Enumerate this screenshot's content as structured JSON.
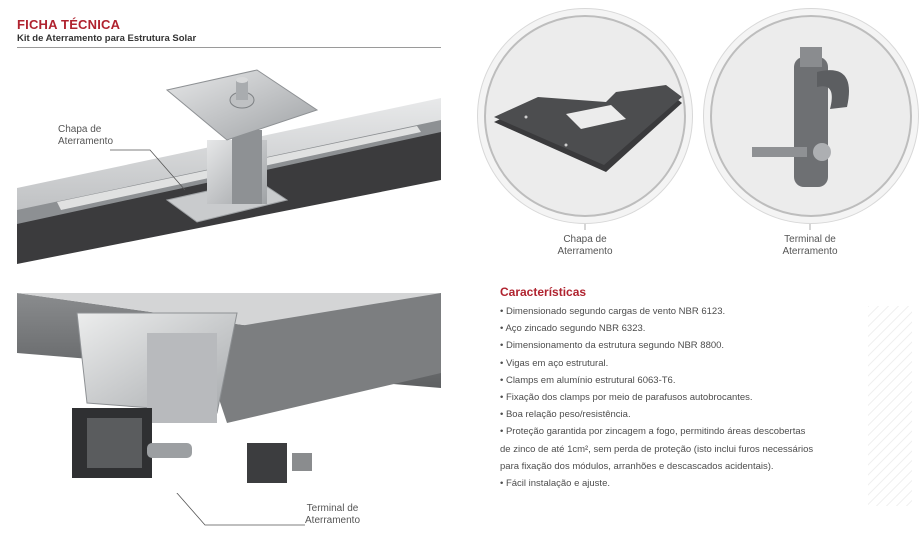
{
  "header": {
    "title": "FICHA TÉCNICA",
    "subtitle": "Kit de Aterramento para Estrutura Solar"
  },
  "callouts": {
    "top_photo_line1": "Chapa de",
    "top_photo_line2": "Aterramento",
    "bottom_photo_line1": "Terminal de",
    "bottom_photo_line2": "Aterramento",
    "circle_left_line1": "Chapa de",
    "circle_left_line2": "Aterramento",
    "circle_right_line1": "Terminal de",
    "circle_right_line2": "Aterramento"
  },
  "characteristics": {
    "title": "Características",
    "items": [
      "• Dimensionado segundo cargas de vento NBR 6123.",
      "• Aço zincado segundo NBR 6323.",
      "• Dimensionamento da estrutura segundo NBR 8800.",
      "• Vigas em aço estrutural.",
      "• Clamps em alumínio estrutural 6063-T6.",
      "• Fixação dos clamps por meio de parafusos autobrocantes.",
      "• Boa relação peso/resistência.",
      "• Proteção garantida por zincagem a fogo, permitindo áreas descobertas",
      "de zinco de até 1cm², sem perda de proteção (isto inclui furos necessários",
      "para fixação dos módulos, arranhões e descascados acidentais).",
      "• Fácil instalação e ajuste."
    ]
  },
  "colors": {
    "accent": "#b0232f",
    "text": "#4d4d4d",
    "metal_light": "#d9dbdd",
    "metal_dark": "#3a3a3c"
  }
}
